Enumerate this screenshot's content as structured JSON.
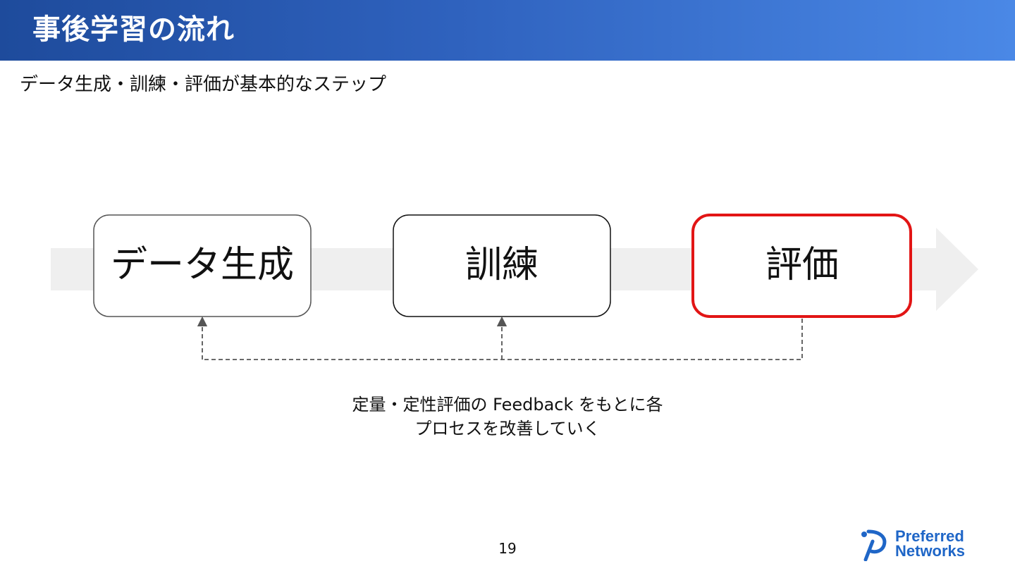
{
  "header": {
    "title": "事後学習の流れ"
  },
  "subtitle": "データ生成・訓練・評価が基本的なステップ",
  "steps": [
    {
      "label": "データ生成",
      "highlighted": false
    },
    {
      "label": "訓練",
      "highlighted": false
    },
    {
      "label": "評価",
      "highlighted": true
    }
  ],
  "note": {
    "line1": "定量・定性評価の Feedback をもとに各",
    "line2": "プロセスを改善していく"
  },
  "footer": {
    "page_number": "19",
    "logo": {
      "line1": "Preferred",
      "line2": "Networks"
    }
  },
  "colors": {
    "header_start": "#1e4b9c",
    "header_end": "#4a88e6",
    "highlight": "#e21515",
    "arrow_band": "#efefef",
    "logo_blue": "#1f66c7"
  },
  "icons": {
    "logo": "preferred-networks-logo-icon"
  }
}
